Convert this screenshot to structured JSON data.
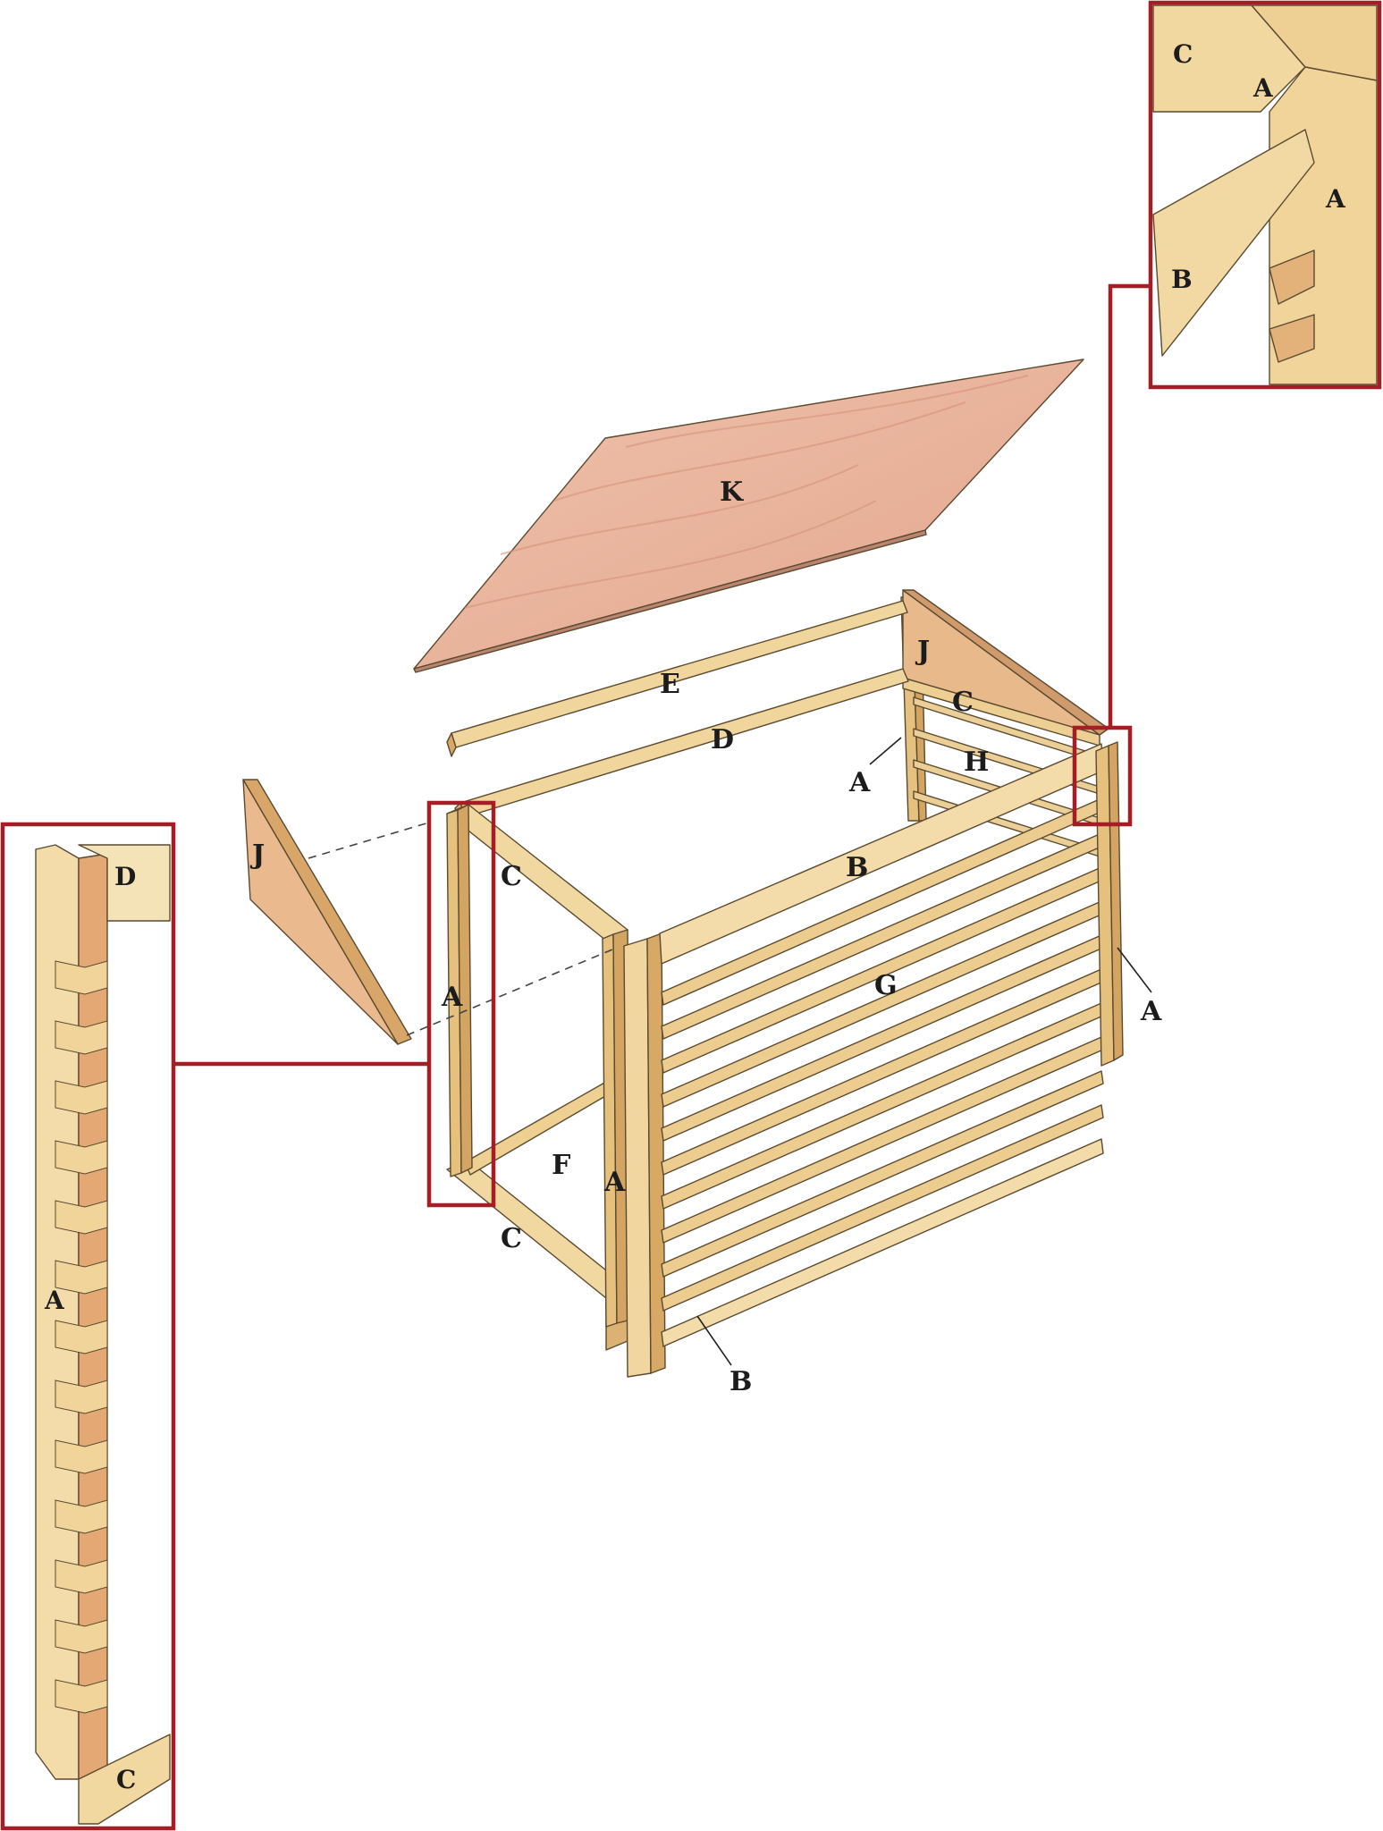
{
  "colors": {
    "wood_light": "#f3dcaa",
    "wood_mid": "#e8c583",
    "wood_dark": "#d6a866",
    "wood_end": "#e3a873",
    "plywood": "#eab59f",
    "callout_frame": "#a31f25",
    "label": "#1c1c1c"
  },
  "labels": {
    "K": "K",
    "E": "E",
    "D": "D",
    "J": "J",
    "C": "C",
    "H": "H",
    "A": "A",
    "B": "B",
    "G": "G",
    "F": "F"
  }
}
